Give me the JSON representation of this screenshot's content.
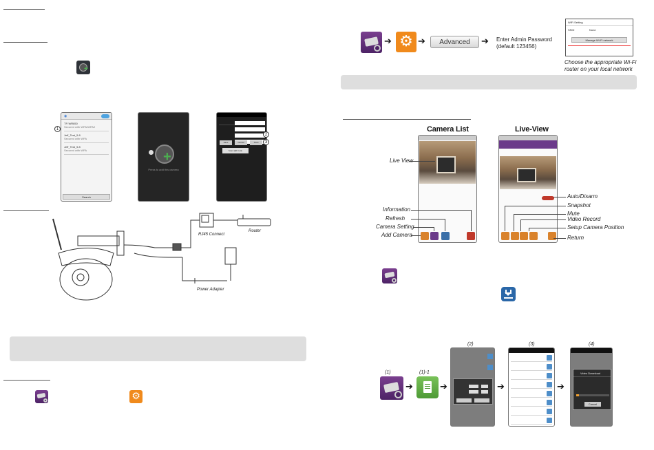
{
  "left": {
    "wifi_screen": {
      "rows": [
        {
          "ssid": "TP-WR850",
          "detail": "Secured with WPA/WPA2"
        },
        {
          "ssid": "Jeff_Test_5.8",
          "detail": "Secured with WPA"
        },
        {
          "ssid": "Jeff_Test_5.8",
          "detail": "Secured with WPA"
        }
      ],
      "bottom_button": "Search",
      "marker": "1"
    },
    "dark_screen": {
      "hint": "Press to add this camera"
    },
    "form_screen": {
      "buttons": [
        "Save",
        "Cancel",
        "Scan"
      ],
      "wide_button": "Scan QR Code",
      "markers": [
        "2",
        "3"
      ]
    },
    "diagram": {
      "rj45_label": "RJ45 Connect",
      "router_label": "Router",
      "power_label": "Power Adapter"
    }
  },
  "right": {
    "top_flow": {
      "advanced_button": "Advanced",
      "enter_password_line1": "Enter Admin Password",
      "enter_password_line2": "(default 123456)",
      "wifi_setting_title": "WiFi Setting",
      "wifi_setting_field": "SSID",
      "wifi_setting_value": "None",
      "wifi_setting_button": "Manage Wi-Fi network",
      "caption_line1": "Choose the appropriate Wi-Fi",
      "caption_line2": "router on your local network"
    },
    "camera_list": {
      "title": "Camera List",
      "labels": {
        "live_view": "Live View",
        "information": "Information",
        "refresh": "Refresh",
        "camera_setting": "Camera Setting",
        "add_camera": "Add Camera"
      }
    },
    "live_view": {
      "title": "Live-View",
      "labels": {
        "audio": "Auto/Disarm",
        "snapshot": "Snapshot",
        "mute": "Mute",
        "video_record": "Video Record",
        "setup_position": "Setup Camera Position",
        "return": "Return"
      }
    },
    "steps": {
      "s1": "(1)",
      "s1_1": "(1)-1",
      "s2": "(2)",
      "s3": "(3)",
      "s4": "(4)",
      "dialog_title": "Video Download",
      "dialog_button": "Cancel"
    }
  },
  "colors": {
    "banner": "#dedede",
    "app_purple": "#5b2a73",
    "gear_orange": "#f08a1c",
    "download_blue": "#2a67a8",
    "list_green": "#6ab04c",
    "alarm_red": "#c0392b"
  }
}
